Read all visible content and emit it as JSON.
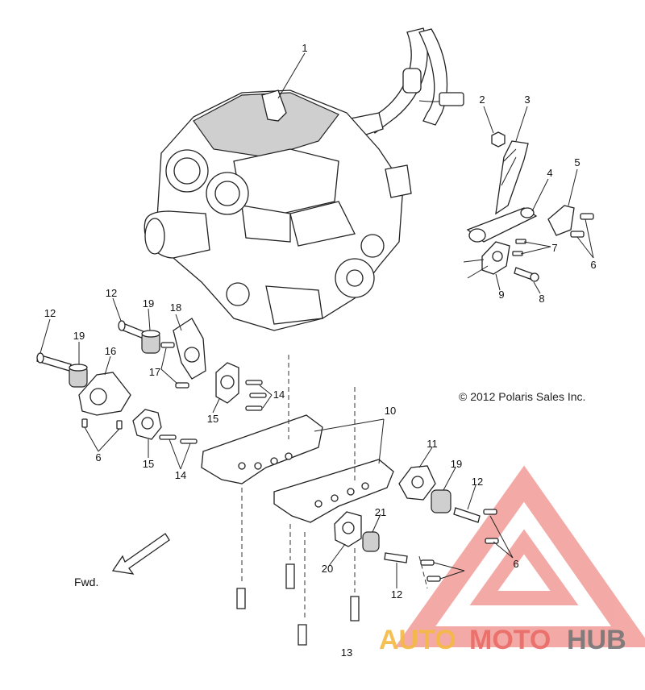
{
  "diagram": {
    "copyright": "© 2012 Polaris Sales Inc.",
    "direction_label": "Fwd.",
    "callouts": [
      "1",
      "2",
      "3",
      "4",
      "5",
      "6",
      "7",
      "8",
      "9",
      "12",
      "19",
      "18",
      "12",
      "19",
      "16",
      "17",
      "15",
      "14",
      "10",
      "6",
      "15",
      "14",
      "11",
      "19",
      "12",
      "21",
      "20",
      "6",
      "12",
      "13"
    ]
  },
  "watermark": {
    "parts": [
      "AUTO",
      "MOTO",
      "HUB"
    ],
    "colors": {
      "auto": "#f5b942",
      "moto": "#ea6b66",
      "hub": "#777777",
      "triangle": "#ee7d77"
    }
  }
}
